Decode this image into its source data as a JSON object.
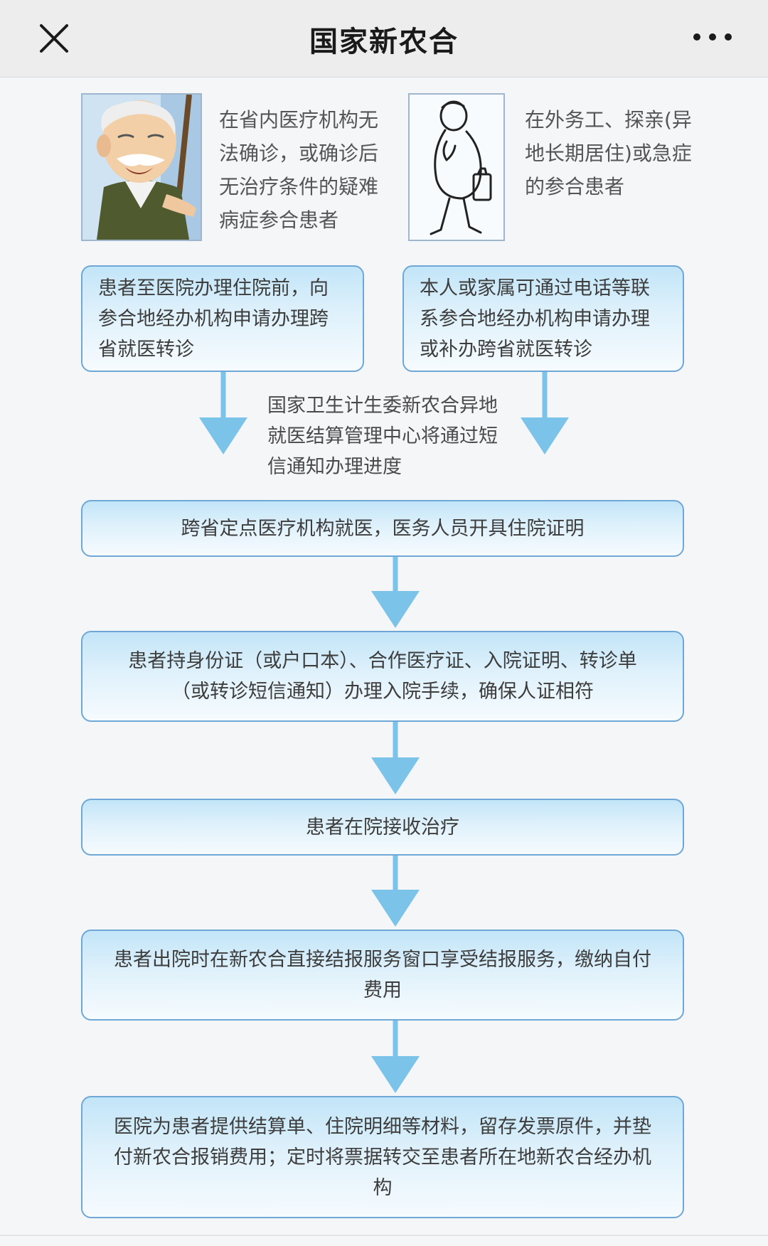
{
  "nav": {
    "title": "国家新农合",
    "close_icon": "close-icon",
    "more_icon": "more-dots-icon"
  },
  "colors": {
    "box_border": "#6fa8d6",
    "box_fill_top": "#c2e5f8",
    "box_fill_bottom": "#f6fbfe",
    "arrow": "#7cc3ea"
  },
  "patients": {
    "left_desc": "在省内医疗机构无法确诊，或确诊后无治疗条件的疑难病症参合患者",
    "right_desc": "在外务工、探亲(异地长期居住)或急症的参合患者"
  },
  "flow": {
    "apply_left": "患者至医院办理住院前，向参合地经办机构申请办理跨省就医转诊",
    "apply_right": "本人或家属可通过电话等联系参合地经办机构申请办理或补办跨省就医转诊",
    "notice": "国家卫生计生委新农合异地就医结算管理中心将通过短信通知办理进度",
    "step1": "跨省定点医疗机构就医，医务人员开具住院证明",
    "step2": "患者持身份证（或户口本）、合作医疗证、入院证明、转诊单（或转诊短信通知）办理入院手续，确保人证相符",
    "step3": "患者在院接收治疗",
    "step4": "患者出院时在新农合直接结报服务窗口享受结报服务，缴纳自付费用",
    "step5": "医院为患者提供结算单、住院明细等材料，留存发票原件，并垫付新农合报销费用；定时将票据转交至患者所在地新农合经办机构"
  }
}
